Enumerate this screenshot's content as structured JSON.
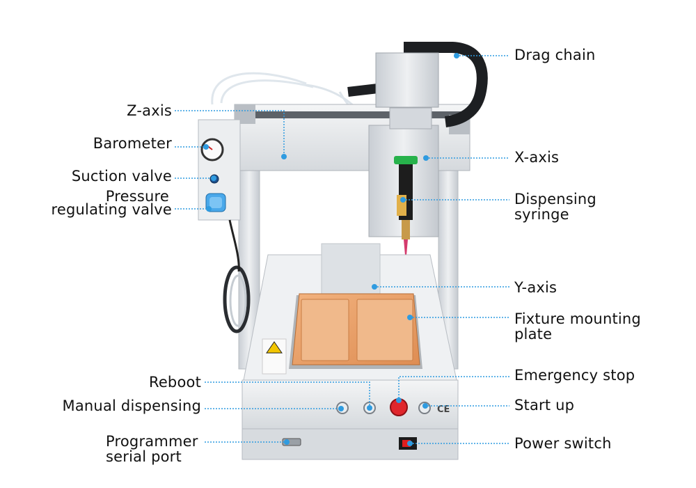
{
  "callouts_left": {
    "z_axis": "Z-axis",
    "barometer": "Barometer",
    "suction_valve": "Suction valve",
    "pressure_valve_line1": "Pressure",
    "pressure_valve_line2": "regulating valve",
    "reboot": "Reboot",
    "manual_dispensing": "Manual dispensing",
    "serial_port_line1": "Programmer",
    "serial_port_line2": "serial port"
  },
  "callouts_right": {
    "drag_chain": "Drag chain",
    "x_axis": "X-axis",
    "syringe_line1": "Dispensing",
    "syringe_line2": "syringe",
    "y_axis": "Y-axis",
    "fixture_line1": "Fixture mounting",
    "fixture_line2": "plate",
    "emergency_stop": "Emergency stop",
    "start_up": "Start up",
    "power_switch": "Power switch"
  },
  "colors": {
    "leader_line": "#2f9be0",
    "frame": "#d9dde2",
    "plate": "#e8a06a",
    "estop": "#e0262c",
    "syringe_tip": "#28b34a"
  },
  "machine_marks": {
    "ce_mark": "CE"
  }
}
